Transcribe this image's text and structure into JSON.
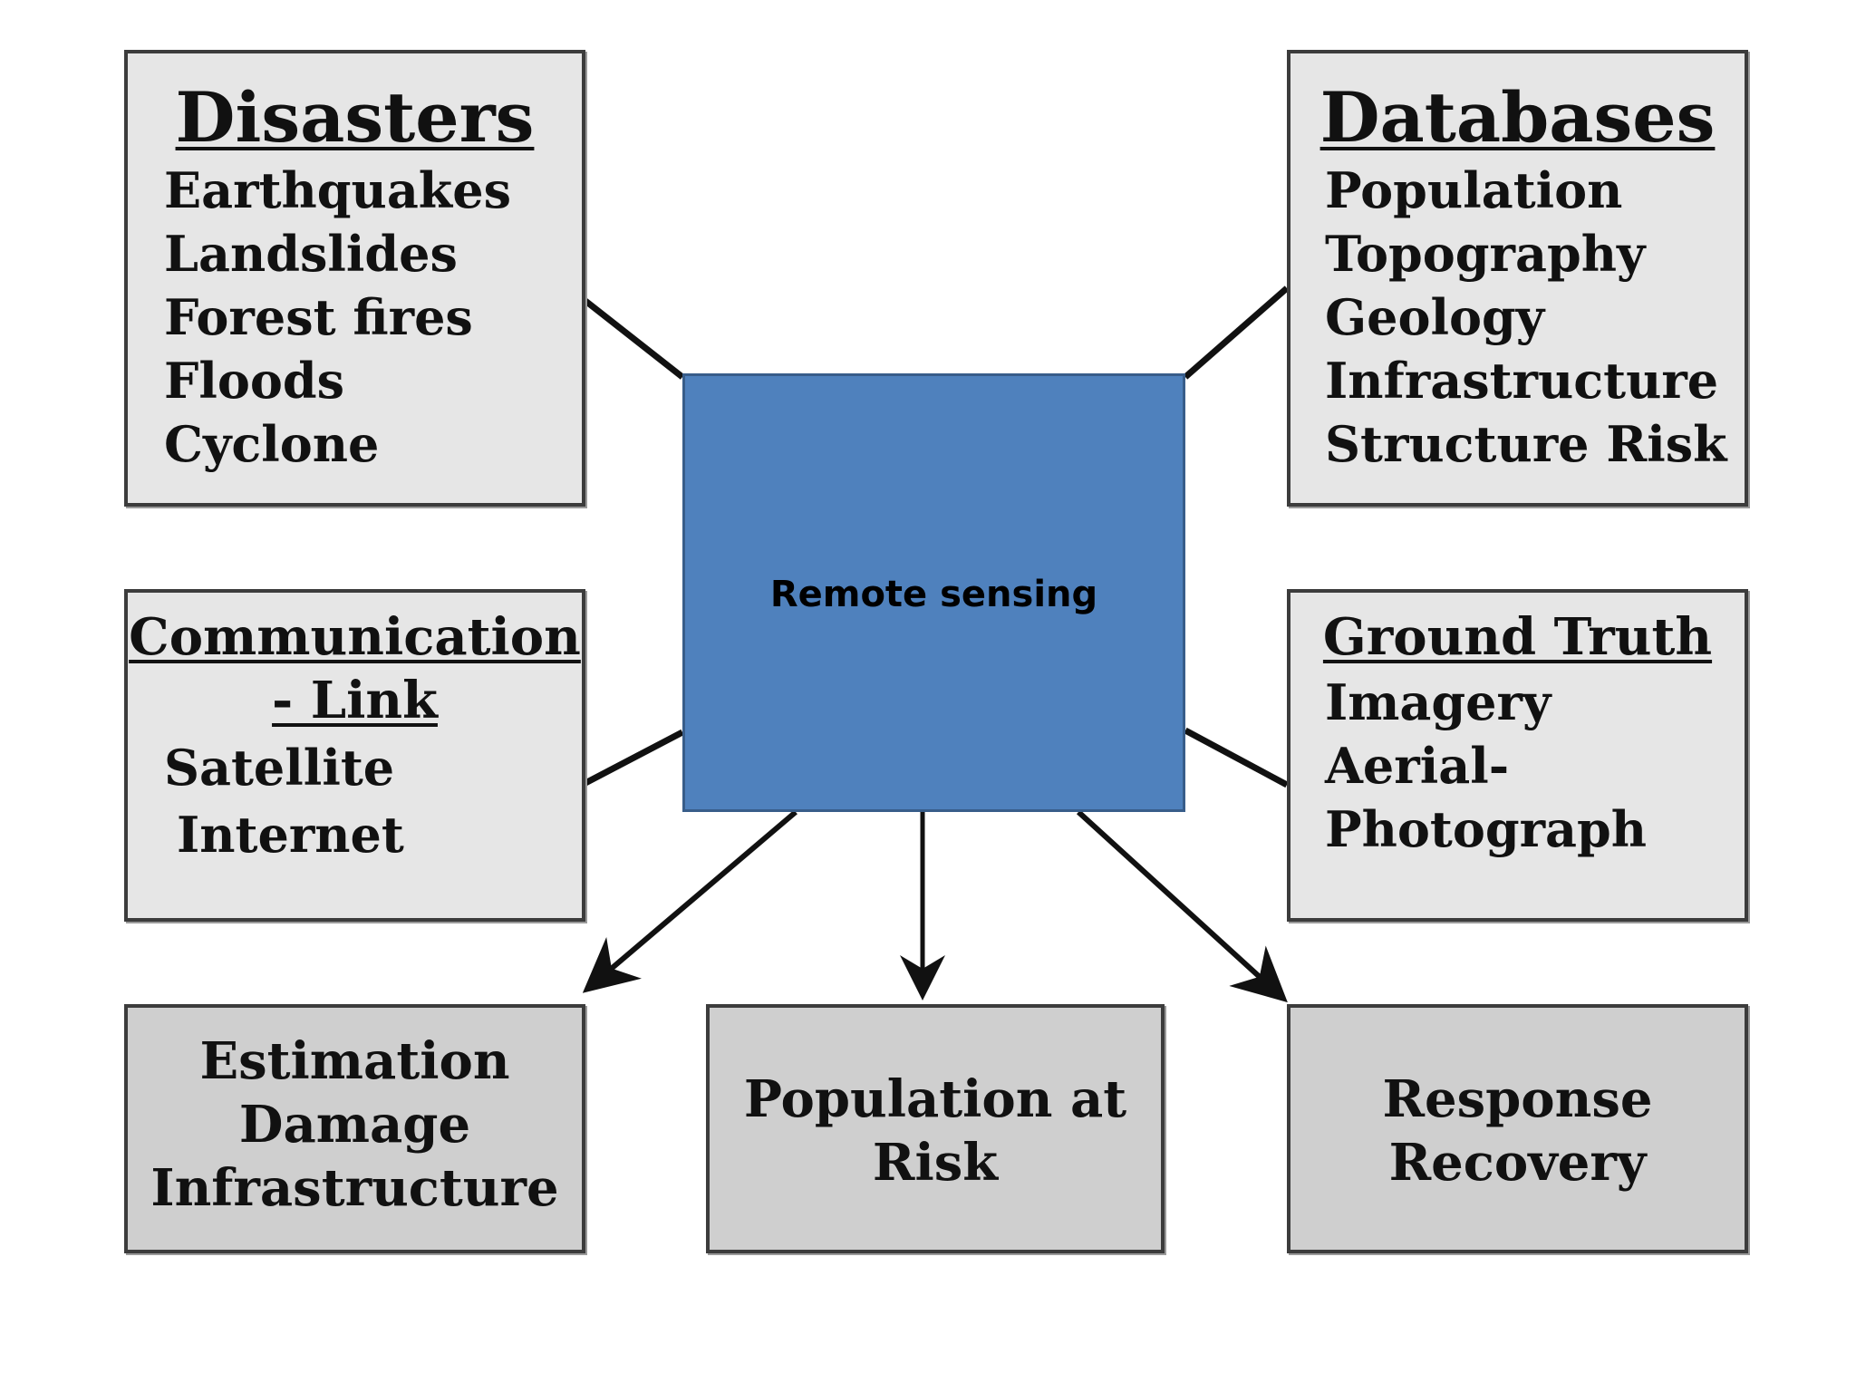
{
  "center": {
    "label": "Remote sensing"
  },
  "disasters": {
    "heading": "Disasters",
    "items": [
      "Earthquakes",
      "Landslides",
      "Forest fires",
      "Floods",
      "Cyclone"
    ]
  },
  "databases": {
    "heading": "Databases",
    "items": [
      "Population",
      "Topography",
      "Geology",
      "Infrastructure",
      "Structure Risk"
    ]
  },
  "communication": {
    "heading_line1": "Communication",
    "heading_line2": "- Link",
    "items": [
      "Satellite",
      "Internet"
    ]
  },
  "ground_truth": {
    "heading": "Ground Truth",
    "items": [
      "Imagery",
      "Aerial-",
      "Photograph"
    ]
  },
  "outputs": {
    "estimation": [
      "Estimation",
      "Damage",
      "Infrastructure"
    ],
    "population_at_risk": [
      "Population at",
      "Risk"
    ],
    "response": [
      "Response",
      "Recovery"
    ]
  },
  "colors": {
    "center_fill": "#4f81bd",
    "center_border": "#385d8a",
    "input_box_fill": "#e6e6e6",
    "output_box_fill": "#cfcfcf",
    "border": "#3c3c3c"
  }
}
